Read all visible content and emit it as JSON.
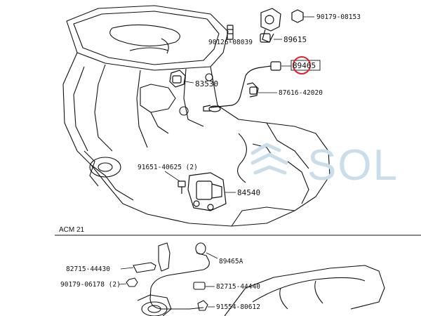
{
  "watermark": {
    "text": "SOL"
  },
  "section_label": "ACM 21",
  "highlight_part": "89465",
  "parts": {
    "p90179_08153": "90179-08153",
    "p89615": "89615",
    "p90126_08039": "90126-08039",
    "p89465": "89465",
    "p83530": "83530",
    "p87616_42020": "87616-42020",
    "p91651_40625": "91651-40625 (2)",
    "p84540": "84540",
    "p89465A": "89465A",
    "p82715_44430": "82715-44430",
    "p90179_06178": "90179-06178 (2)",
    "p82715_44440": "82715-44440",
    "p91554_80612": "91554-80612"
  },
  "colors": {
    "highlight": "#e0202a",
    "line": "#111111",
    "watermark": "#c9ddea"
  }
}
